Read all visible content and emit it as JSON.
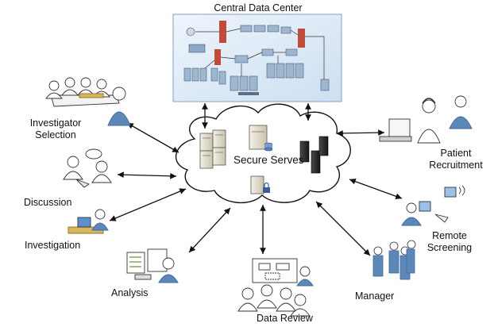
{
  "central": {
    "title": "Central Data Center"
  },
  "cloud": {
    "label": "Secure Serves"
  },
  "nodes": {
    "investigator_selection": "Investigator\nSelection",
    "discussion": "Discussion",
    "investigation": "Investigation",
    "analysis": "Analysis",
    "data_review": "Data Review",
    "manager": "Manager",
    "remote_screening": "Remote\nScreening",
    "patient_recruitment": "Patient\nRecruitment"
  },
  "colors": {
    "person_fill": "#ffffff",
    "person_blue": "#5b87b9",
    "person_blue_dark": "#3f6a9c",
    "arrow": "#111111",
    "outline": "#333333",
    "datacenter_bg": "#dbe8f5",
    "firewall": "#c24a3a"
  }
}
